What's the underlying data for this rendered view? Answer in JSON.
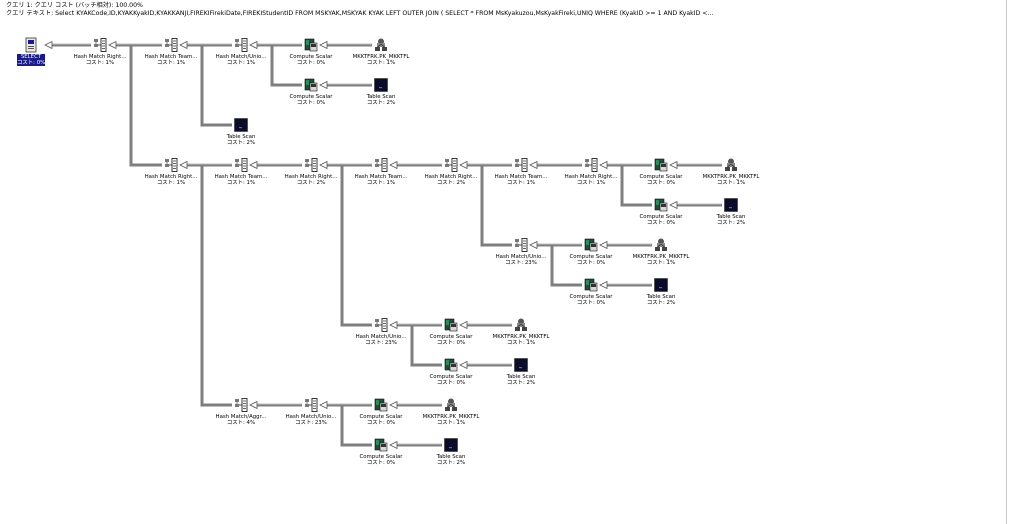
{
  "header": {
    "line1": "クエリ 1: クエリ コスト (バッチ相対): 100.00%",
    "line2": "クエリ テキスト: Select KYAKCode,ID,KYAKKyakID,KYAKKANJI,FIREKIFirekiDate,FIREKIStudentID  FROM MSKYAK,MSKYAK KYAK  LEFT OUTER JOIN    (    SELECT * FROM MsKyakuzou,MsKyakFireki,UNIQ      WHERE (KyakID >= 1 AND KyakID <..."
  },
  "select": {
    "label": "SELECT",
    "cost": "コスト: 0%"
  },
  "nodes": [
    {
      "id": "n1",
      "kind": "hash",
      "label": "Hash Match Right...",
      "cost": "コスト: 1%"
    },
    {
      "id": "n2",
      "kind": "hash",
      "label": "Hash Match Team...",
      "cost": "コスト: 1%"
    },
    {
      "id": "n3",
      "kind": "hash",
      "label": "Hash Match/Unio...",
      "cost": "コスト: 1%"
    },
    {
      "id": "n4",
      "kind": "compute",
      "label": "Compute Scalar",
      "cost": "コスト: 0%"
    },
    {
      "id": "n5",
      "kind": "index",
      "label": "MKKTFRK.PK_MKKTFL",
      "cost": "コスト: 1%"
    },
    {
      "id": "n6",
      "kind": "compute",
      "label": "Compute Scalar",
      "cost": "コスト: 0%"
    },
    {
      "id": "n7",
      "kind": "table",
      "label": "Table Scan",
      "cost": "コスト: 2%"
    },
    {
      "id": "n8",
      "kind": "table",
      "label": "Table Scan",
      "cost": "コスト: 2%"
    },
    {
      "id": "n9",
      "kind": "hash",
      "label": "Hash Match Right...",
      "cost": "コスト: 1%"
    },
    {
      "id": "n10",
      "kind": "hash",
      "label": "Hash Match Team...",
      "cost": "コスト: 1%"
    },
    {
      "id": "n11",
      "kind": "hash",
      "label": "Hash Match Right...",
      "cost": "コスト: 2%"
    },
    {
      "id": "n12",
      "kind": "hash",
      "label": "Hash Match Team...",
      "cost": "コスト: 1%"
    },
    {
      "id": "n13",
      "kind": "hash",
      "label": "Hash Match Right...",
      "cost": "コスト: 2%"
    },
    {
      "id": "n14",
      "kind": "hash",
      "label": "Hash Match Team...",
      "cost": "コスト: 1%"
    },
    {
      "id": "n15",
      "kind": "hash",
      "label": "Hash Match Right...",
      "cost": "コスト: 1%"
    },
    {
      "id": "n16",
      "kind": "compute",
      "label": "Compute Scalar",
      "cost": "コスト: 0%"
    },
    {
      "id": "n17",
      "kind": "index",
      "label": "MKKTFRK.PK_MKKTFL",
      "cost": "コスト: 1%"
    },
    {
      "id": "n18",
      "kind": "compute",
      "label": "Compute Scalar",
      "cost": "コスト: 0%"
    },
    {
      "id": "n19",
      "kind": "table",
      "label": "Table Scan",
      "cost": "コスト: 2%"
    },
    {
      "id": "n20",
      "kind": "hash",
      "label": "Hash Match/Unio...",
      "cost": "コスト: 23%"
    },
    {
      "id": "n21",
      "kind": "compute",
      "label": "Compute Scalar",
      "cost": "コスト: 0%"
    },
    {
      "id": "n22",
      "kind": "index",
      "label": "MKKTFRK.PK_MKKTFL",
      "cost": "コスト: 1%"
    },
    {
      "id": "n23",
      "kind": "compute",
      "label": "Compute Scalar",
      "cost": "コスト: 0%"
    },
    {
      "id": "n24",
      "kind": "table",
      "label": "Table Scan",
      "cost": "コスト: 2%"
    },
    {
      "id": "n25",
      "kind": "hash",
      "label": "Hash Match/Unio...",
      "cost": "コスト: 23%"
    },
    {
      "id": "n26",
      "kind": "compute",
      "label": "Compute Scalar",
      "cost": "コスト: 0%"
    },
    {
      "id": "n27",
      "kind": "index",
      "label": "MKKTFRK.PK_MKKTFL",
      "cost": "コスト: 1%"
    },
    {
      "id": "n28",
      "kind": "compute",
      "label": "Compute Scalar",
      "cost": "コスト: 0%"
    },
    {
      "id": "n29",
      "kind": "table",
      "label": "Table Scan",
      "cost": "コスト: 2%"
    },
    {
      "id": "n30",
      "kind": "hash",
      "label": "Hash Match/Aggr...",
      "cost": "コスト: 4%"
    },
    {
      "id": "n31",
      "kind": "hash",
      "label": "Hash Match/Unio...",
      "cost": "コスト: 23%"
    },
    {
      "id": "n32",
      "kind": "compute",
      "label": "Compute Scalar",
      "cost": "コスト: 0%"
    },
    {
      "id": "n33",
      "kind": "index",
      "label": "MKKTFRK.PK_MKKTFL",
      "cost": "コスト: 1%"
    },
    {
      "id": "n34",
      "kind": "compute",
      "label": "Compute Scalar",
      "cost": "コスト: 0%"
    },
    {
      "id": "n35",
      "kind": "table",
      "label": "Table Scan",
      "cost": "コスト: 2%"
    }
  ],
  "colors": {
    "wire": "#7f7f7f",
    "selectBg": "#1a1a8a",
    "tableScreen": "#0b0b2a"
  }
}
